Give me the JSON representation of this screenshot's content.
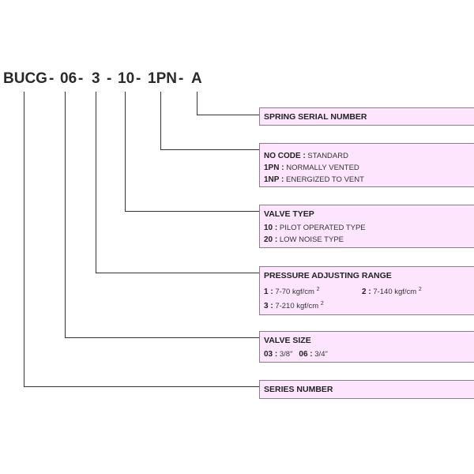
{
  "model_code": {
    "series": "BUCG",
    "d1": "-",
    "size": "06",
    "d2": "-",
    "pressure": "3",
    "d3": "-",
    "valve_type": "10",
    "d4": "-",
    "vent": "1PN",
    "d5": "-",
    "spring": "A"
  },
  "boxes": {
    "spring": {
      "title": "SPRING SERIAL NUMBER"
    },
    "vent": {
      "items": [
        {
          "code": "NO CODE :",
          "text": "STANDARD"
        },
        {
          "code": "1PN :",
          "text": "NORMALLY VENTED"
        },
        {
          "code": "1NP :",
          "text": "ENERGIZED TO VENT"
        }
      ]
    },
    "valve_type": {
      "title": "VALVE TYEP",
      "items": [
        {
          "code": "10 :",
          "text": "PILOT OPERATED TYPE"
        },
        {
          "code": "20 :",
          "text": "LOW NOISE TYPE"
        }
      ]
    },
    "pressure": {
      "title": "PRESSURE ADJUSTING RANGE",
      "items": [
        {
          "code": "1 :",
          "text": "7-70 kgf/cm",
          "sup": "2"
        },
        {
          "code": "2 :",
          "text": "7-140 kgf/cm",
          "sup": "2"
        },
        {
          "code": "3 :",
          "text": "7-210 kgf/cm",
          "sup": "2"
        }
      ]
    },
    "size": {
      "title": "VALVE SIZE",
      "items": [
        {
          "code": "03 :",
          "text": "3/8\""
        },
        {
          "code": "06 :",
          "text": "3/4\""
        }
      ]
    },
    "series": {
      "title": "SERIES NUMBER"
    }
  },
  "colors": {
    "box_fill": "#fde6fd",
    "box_border": "#8a7e8a",
    "line": "#333333"
  }
}
